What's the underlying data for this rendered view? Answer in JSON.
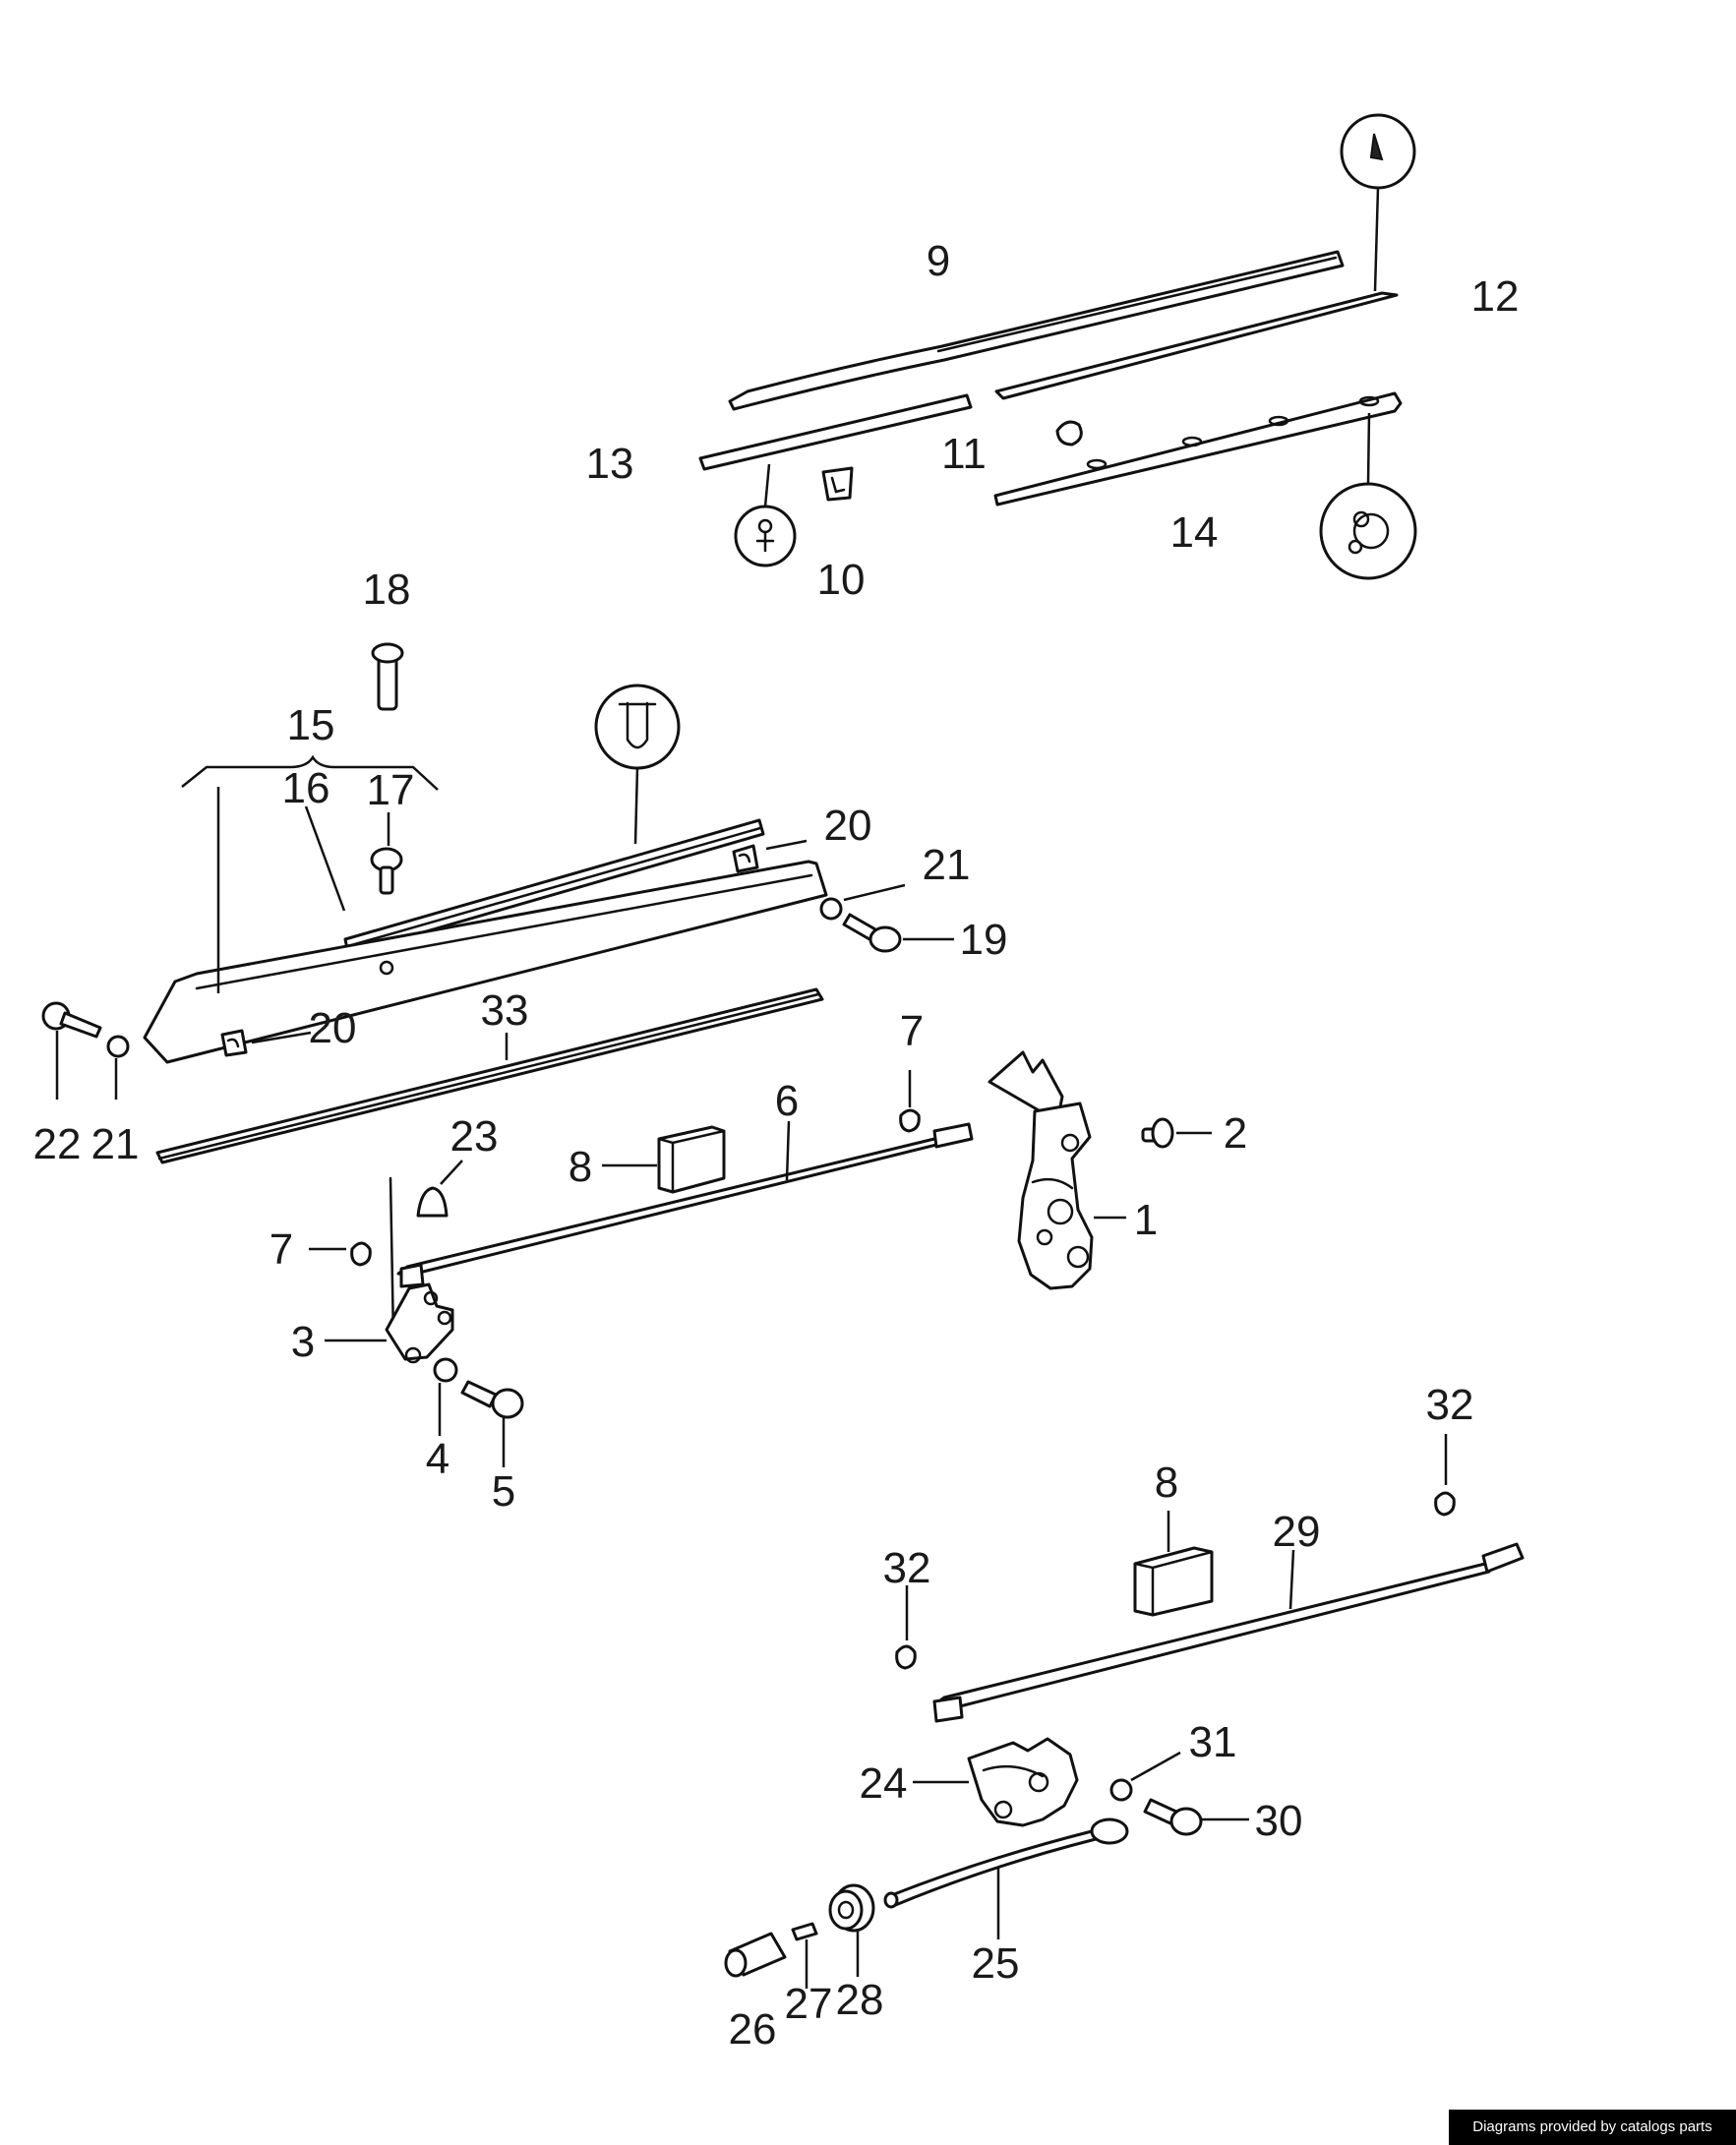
{
  "callouts": [
    {
      "id": "c1",
      "text": "1"
    },
    {
      "id": "c2",
      "text": "2"
    },
    {
      "id": "c3",
      "text": "3"
    },
    {
      "id": "c4",
      "text": "4"
    },
    {
      "id": "c5",
      "text": "5"
    },
    {
      "id": "c6",
      "text": "6"
    },
    {
      "id": "c7a",
      "text": "7"
    },
    {
      "id": "c7b",
      "text": "7"
    },
    {
      "id": "c8a",
      "text": "8"
    },
    {
      "id": "c8b",
      "text": "8"
    },
    {
      "id": "c9",
      "text": "9"
    },
    {
      "id": "c10",
      "text": "10"
    },
    {
      "id": "c11",
      "text": "11"
    },
    {
      "id": "c12",
      "text": "12"
    },
    {
      "id": "c13",
      "text": "13"
    },
    {
      "id": "c14",
      "text": "14"
    },
    {
      "id": "c15",
      "text": "15"
    },
    {
      "id": "c16",
      "text": "16"
    },
    {
      "id": "c17",
      "text": "17"
    },
    {
      "id": "c18",
      "text": "18"
    },
    {
      "id": "c19",
      "text": "19"
    },
    {
      "id": "c20a",
      "text": "20"
    },
    {
      "id": "c20b",
      "text": "20"
    },
    {
      "id": "c21a",
      "text": "21"
    },
    {
      "id": "c21b",
      "text": "21"
    },
    {
      "id": "c22",
      "text": "22"
    },
    {
      "id": "c23",
      "text": "23"
    },
    {
      "id": "c24",
      "text": "24"
    },
    {
      "id": "c25",
      "text": "25"
    },
    {
      "id": "c26",
      "text": "26"
    },
    {
      "id": "c27",
      "text": "27"
    },
    {
      "id": "c28",
      "text": "28"
    },
    {
      "id": "c29",
      "text": "29"
    },
    {
      "id": "c30",
      "text": "30"
    },
    {
      "id": "c31",
      "text": "31"
    },
    {
      "id": "c32a",
      "text": "32"
    },
    {
      "id": "c32b",
      "text": "32"
    },
    {
      "id": "c33",
      "text": "33"
    }
  ],
  "footer": {
    "credit": "Diagrams provided by catalogs parts"
  }
}
